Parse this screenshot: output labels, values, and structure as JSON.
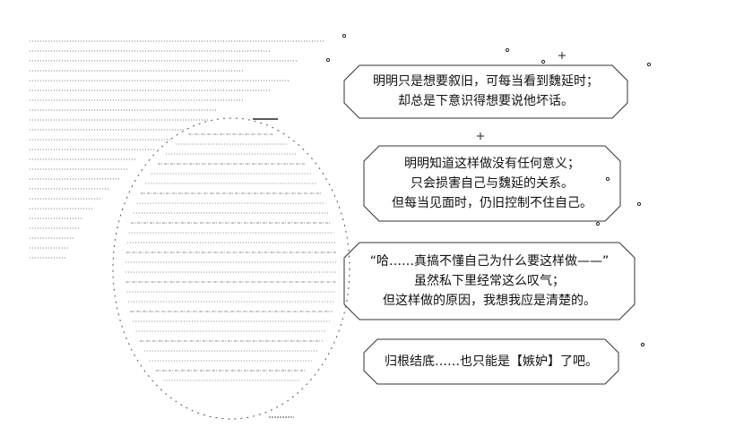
{
  "colors": {
    "ink": "#222222",
    "background": "#ffffff"
  },
  "boxes": [
    {
      "lines": [
        "明明只是想要叙旧，可每当看到魏延时；",
        "却总是下意识得想要说他坏话。"
      ]
    },
    {
      "lines": [
        "明明知道这样做没有任何意义；",
        "只会损害自己与魏延的关系。",
        "但每当见面时，仍旧控制不住自己。"
      ]
    },
    {
      "lines": [
        "“哈……真搞不懂自己为什么要这样做——”",
        "虽然私下里经常这么叹气；",
        "但这样做的原因，我想我应是清楚的。"
      ]
    },
    {
      "lines": [
        "归根结底……也只能是【嫉妒】了吧。"
      ]
    }
  ]
}
